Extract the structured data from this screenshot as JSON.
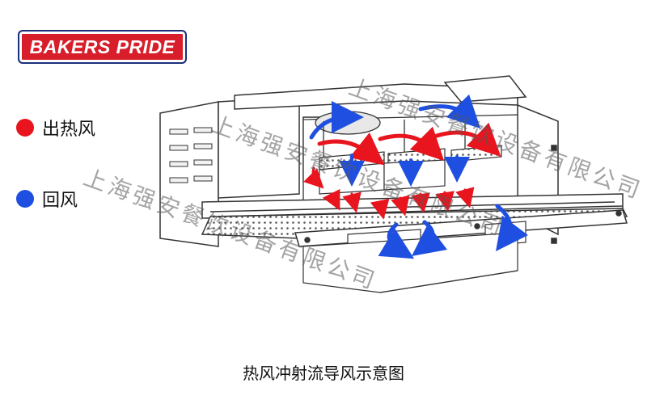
{
  "logo": {
    "text": "BAKERS PRIDE",
    "bg_color": "#d81e2a",
    "border_color": "#1a2f7a"
  },
  "legend": [
    {
      "label": "出热风",
      "color": "#e8141e"
    },
    {
      "label": "回风",
      "color": "#1e4fe0"
    }
  ],
  "caption": "热风冲射流导风示意图",
  "watermark": "上海强安餐饮设备有限公司",
  "colors": {
    "hot_air": "#e8141e",
    "return_air": "#1e4fe0",
    "line": "#333333"
  }
}
